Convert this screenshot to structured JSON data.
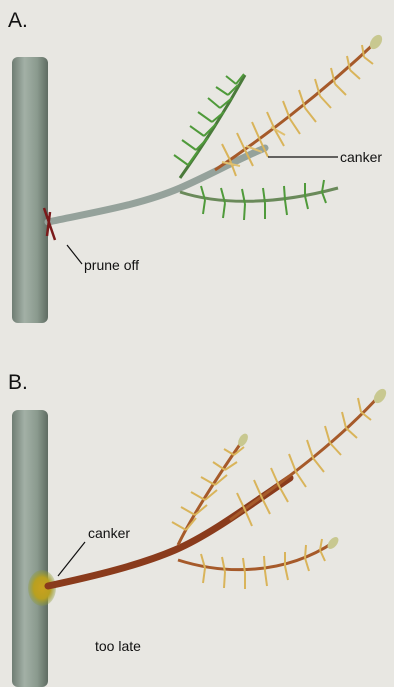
{
  "panels": {
    "a": {
      "letter": "A.",
      "labels": {
        "canker": "canker",
        "prune": "prune off"
      }
    },
    "b": {
      "letter": "B.",
      "labels": {
        "canker": "canker",
        "late": "too late"
      }
    }
  },
  "colors": {
    "background": "#e8e7e2",
    "stem": "#8a9a8e",
    "branch_healthy": "#95a29b",
    "branch_infected": "#8a3b1c",
    "foliage_green": "#4f9a3a",
    "foliage_yellow": "#d9b45a",
    "canker_mark": "#b8a020",
    "cut_mark": "#7a1a1a"
  }
}
